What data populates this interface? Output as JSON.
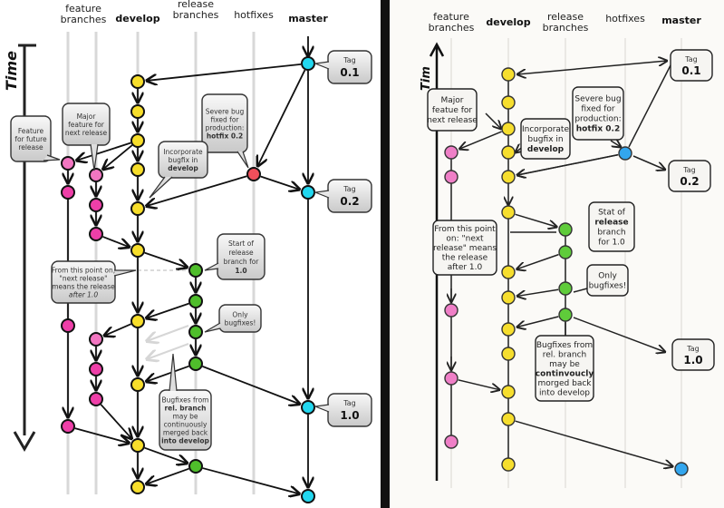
{
  "colors": {
    "feature": "#ee3fa8",
    "feature_light": "#f276c1",
    "develop": "#f7de2b",
    "release": "#4fbe2b",
    "hotfix": "#ef4f5b",
    "master": "#22d7ef",
    "r_feature": "#ef7fc7",
    "r_develop": "#f6de2e",
    "r_release": "#5fcc3a",
    "r_hotfix": "#33a6ee",
    "r_master": "#33a6ee"
  },
  "left_panel": {
    "lanes": [
      {
        "id": "feature",
        "label_lines": [
          "feature",
          "branches"
        ],
        "bold": false
      },
      {
        "id": "develop",
        "label_lines": [
          "develop"
        ],
        "bold": true
      },
      {
        "id": "release",
        "label_lines": [
          "release",
          "branches"
        ],
        "bold": false
      },
      {
        "id": "hotfixes",
        "label_lines": [
          "hotfixes"
        ],
        "bold": false
      },
      {
        "id": "master",
        "label_lines": [
          "master"
        ],
        "bold": true
      }
    ],
    "time_label": "Time",
    "callouts": {
      "feature_future": [
        "Feature",
        "for future",
        "release"
      ],
      "major_feature": [
        "Major",
        "feature for",
        "next release"
      ],
      "severe_bug": [
        "Severe bug",
        "fixed for",
        "production:",
        "hotfix 0.2"
      ],
      "incorporate": [
        "Incorporate",
        "bugfix in",
        "develop"
      ],
      "start_release": [
        "Start of",
        "release",
        "branch for",
        "1.0"
      ],
      "from_this_point": [
        "From this point on,",
        "\"next release\"",
        "means the release",
        "after 1.0"
      ],
      "only_bugfixes": [
        "Only",
        "bugfixes!"
      ],
      "bugfixes_from": [
        "Bugfixes from",
        "rel. branch",
        "may be",
        "continuously",
        "merged back",
        "into develop"
      ]
    },
    "tags": [
      {
        "small": "Tag",
        "big": "0.1"
      },
      {
        "small": "Tag",
        "big": "0.2"
      },
      {
        "small": "Tag",
        "big": "1.0"
      }
    ]
  },
  "right_panel": {
    "lanes": [
      {
        "id": "feature",
        "label_lines": [
          "feature",
          "branches"
        ],
        "bold": false
      },
      {
        "id": "develop",
        "label_lines": [
          "develop"
        ],
        "bold": true
      },
      {
        "id": "release",
        "label_lines": [
          "release",
          "branches"
        ],
        "bold": false
      },
      {
        "id": "hotfixes",
        "label_lines": [
          "hotfixes"
        ],
        "bold": false
      },
      {
        "id": "master",
        "label_lines": [
          "master"
        ],
        "bold": true
      }
    ],
    "time_label": "Tim",
    "callouts": {
      "major_feature": [
        "Major",
        "featue for",
        "next release"
      ],
      "incorporate": [
        "Incorporate",
        "bugfix in",
        "develop"
      ],
      "severe_bug": [
        "Severe bug",
        "fixed for",
        "production:",
        "hotfix 0.2"
      ],
      "start_release": [
        "Stat of",
        "release",
        "branch",
        "for 1.0"
      ],
      "from_this_point": [
        "From this point",
        "on: \"next",
        "release\" means",
        "the release",
        "after 1.0"
      ],
      "only_bugfixes": [
        "Only",
        "bugfixes!"
      ],
      "bugfixes_from": [
        "Bugfixes from",
        "rel. branch",
        "may be",
        "continvoucly",
        "morged back",
        "into develop"
      ]
    },
    "tags": [
      {
        "small": "Tag",
        "big": "0.1"
      },
      {
        "small": "Tag",
        "big": "0.2"
      },
      {
        "small": "Tag",
        "big": "1.0"
      }
    ]
  }
}
